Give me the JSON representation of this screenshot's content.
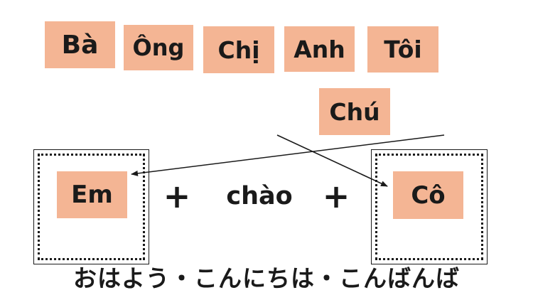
{
  "pronouns": {
    "ba": "Bà",
    "ong": "Ông",
    "chi": "Chị",
    "anh": "Anh",
    "toi": "Tôi",
    "chu": "Chú"
  },
  "sentence": {
    "subject": "Em",
    "plus1": "+",
    "verb": "chào",
    "plus2": "+",
    "object": "Cô"
  },
  "caption": "おはよう・こんにちは・こんばんば",
  "colors": {
    "tile": "#f4b594",
    "text": "#1a1a1a"
  }
}
